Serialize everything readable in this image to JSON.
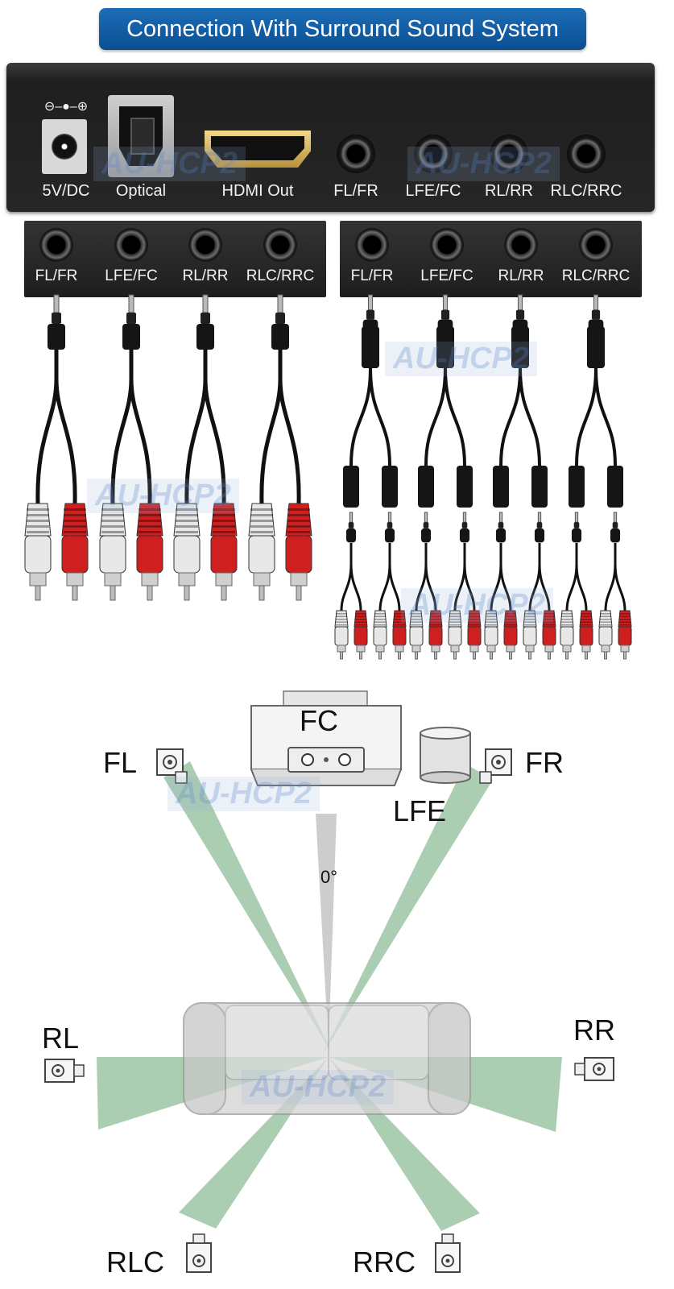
{
  "header": {
    "title": "Connection With Surround Sound System"
  },
  "device": {
    "power_symbol": "⊖–●–⊕",
    "ports": {
      "power": "5V/DC",
      "optical": "Optical",
      "hdmi": "HDMI Out",
      "fl_fr": "FL/FR",
      "lfe_fc": "LFE/FC",
      "rl_rr": "RL/RR",
      "rlc_rrc": "RLC/RRC"
    }
  },
  "left_strip": {
    "labels": [
      "FL/FR",
      "LFE/FC",
      "RL/RR",
      "RLC/RRC"
    ]
  },
  "right_strip": {
    "labels": [
      "FL/FR",
      "LFE/FC",
      "RL/RR",
      "RLC/RRC"
    ]
  },
  "watermark": "AU-HCP2",
  "room": {
    "speakers": {
      "fl": "FL",
      "fc": "FC",
      "fr": "FR",
      "lfe": "LFE",
      "rl": "RL",
      "rr": "RR",
      "rlc": "RLC",
      "rrc": "RRC"
    },
    "angle": "0°"
  },
  "colors": {
    "banner": "#0b4f92",
    "beam": "#9cc5a6",
    "center_beam": "#c8c8c8",
    "rca_red": "#d01f1f",
    "rca_white": "#e8e8e8"
  }
}
